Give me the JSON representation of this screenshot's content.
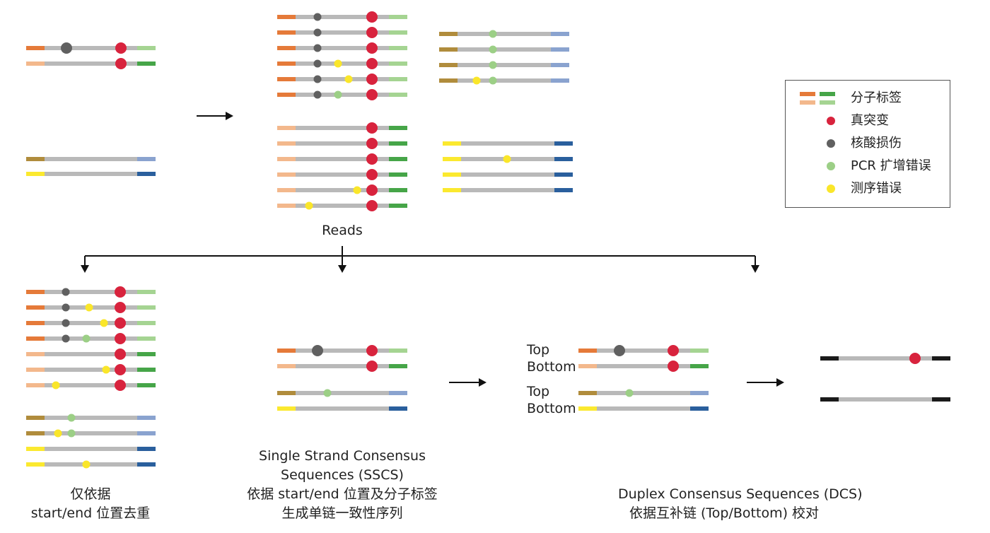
{
  "colors": {
    "strand": "#b9b9b9",
    "tag_top_left": "#e57a39",
    "tag_bottom_left": "#f3b88c",
    "tag_top_right": "#a5d492",
    "tag_bottom_right": "#46a548",
    "tag_top_left_2": "#b08c3c",
    "tag_bottom_left_2": "#fbe92f",
    "tag_top_right_2": "#8aa3cf",
    "tag_bottom_right_2": "#2a5f9d",
    "true_mutation": "#d8233d",
    "oxidative_damage": "#606060",
    "pcr_error": "#9ccf86",
    "sequencing_error": "#fae62a",
    "dcs_tag": "#1a1a1a"
  },
  "legend": {
    "tag_label": "分子标签",
    "true_mutation_label": "真突变",
    "damage_label": "核酸损伤",
    "pcr_label": "PCR 扩增错误",
    "seq_label": "测序错误"
  },
  "labels": {
    "reads": "Reads",
    "dedup_line1": "仅依据",
    "dedup_line2": "start/end 位置去重",
    "sscs_line1": "Single Strand Consensus",
    "sscs_line2": "Sequences (SSCS)",
    "sscs_line3": "依据 start/end 位置及分子标签",
    "sscs_line4": "生成单链一致性序列",
    "top_1": "Top",
    "bottom_1": "Bottom",
    "top_2": "Top",
    "bottom_2": "Bottom",
    "dcs_line1": "Duplex Consensus Sequences (DCS)",
    "dcs_line2": "依据互补链 (Top/Bottom) 校对"
  }
}
